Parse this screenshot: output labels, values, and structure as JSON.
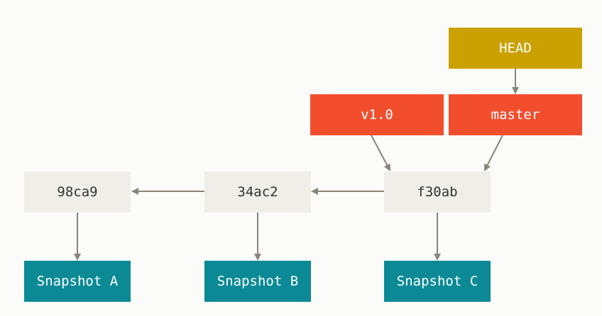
{
  "head": {
    "label": "HEAD"
  },
  "refs": {
    "tag": "v1.0",
    "branch": "master"
  },
  "commits": [
    {
      "label": "98ca9"
    },
    {
      "label": "34ac2"
    },
    {
      "label": "f30ab"
    }
  ],
  "snapshots": [
    {
      "label": "Snapshot A"
    },
    {
      "label": "Snapshot B"
    },
    {
      "label": "Snapshot C"
    }
  ],
  "colors": {
    "background": "#fbfbf9",
    "commit_fill": "#efeee9",
    "snapshot_fill": "#0b8a96",
    "ref_fill": "#f24e2e",
    "head_fill": "#caa100",
    "arrow": "#8a857c"
  }
}
